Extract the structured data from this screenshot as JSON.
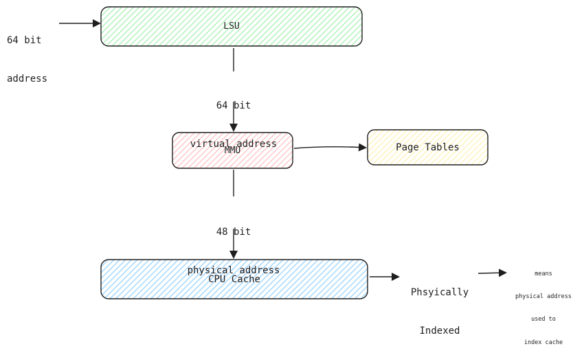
{
  "colors": {
    "stroke": "#1e1e1e",
    "lsu_fill": "#b2f2bb",
    "mmu_fill": "#ffc9c9",
    "page_tables_fill": "#fff3bf",
    "cache_fill": "#a5d8ff"
  },
  "nodes": {
    "lsu": {
      "label": "LSU"
    },
    "mmu": {
      "label": "MMU"
    },
    "page_tables": {
      "label": "Page Tables"
    },
    "cpu_cache": {
      "label": "CPU Cache"
    }
  },
  "labels": {
    "input_line1": "64 bit",
    "input_line2": "address",
    "virtual_line1": "64 bit",
    "virtual_line2": "virtual address",
    "physical_line1": "48 bit",
    "physical_line2": "physical address",
    "indexed_line1": "Phsyically",
    "indexed_line2": "Indexed",
    "note_line1": "means",
    "note_line2": "physical address",
    "note_line3": "used to",
    "note_line4": "index cache"
  }
}
